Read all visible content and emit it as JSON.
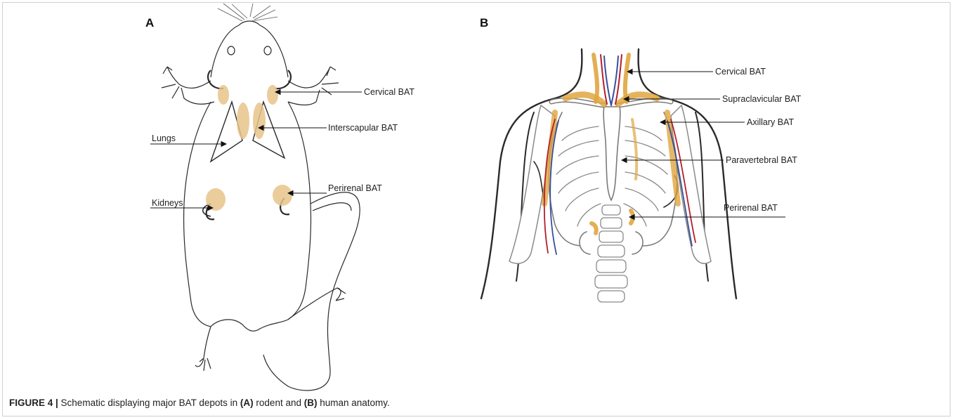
{
  "figure": {
    "panels": {
      "a": "A",
      "b": "B"
    },
    "rodent_labels": {
      "cervical": "Cervical BAT",
      "interscapular": "Interscapular BAT",
      "lungs": "Lungs",
      "perirenal": "Perirenal BAT",
      "kidneys": "Kidneys"
    },
    "human_labels": {
      "cervical": "Cervical BAT",
      "supraclavicular": "Supraclavicular BAT",
      "axillary": "Axillary BAT",
      "paravertebral": "Paravertebral BAT",
      "perirenal": "Perirenal BAT"
    },
    "colors": {
      "bat_fat": "#e8c48a",
      "bat_strong": "#e0a640",
      "outline": "#2a2a2a",
      "bone": "#7a7a7a",
      "artery": "#b3202a",
      "vein": "#3a4f9c"
    }
  },
  "caption": {
    "figure_label": "FIGURE 4 |",
    "text_1": " Schematic displaying major BAT depots in ",
    "a": "(A)",
    "text_2": " rodent and ",
    "b": "(B)",
    "text_3": " human anatomy."
  }
}
